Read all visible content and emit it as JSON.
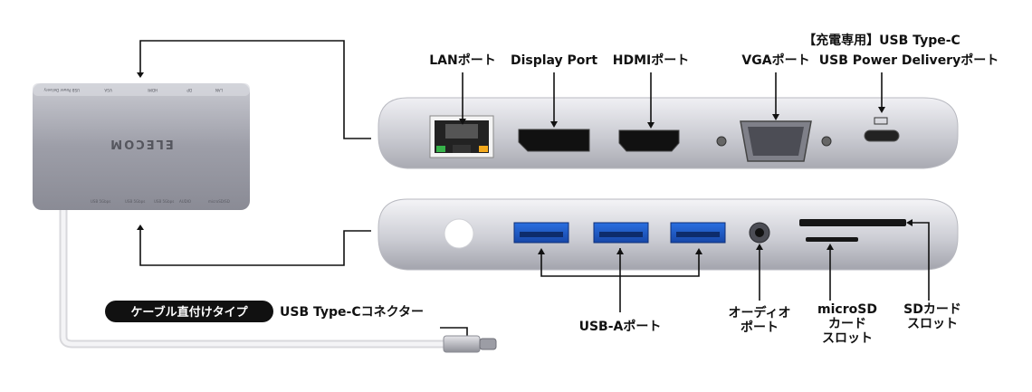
{
  "hub": {
    "brand": "ELECOM",
    "port_marks_top": [
      "USB Power Delivery",
      "VGA",
      "HDMI",
      "DP",
      "LAN"
    ],
    "port_marks_bottom": [
      "USB 5Gbps",
      "USB 5Gbps",
      "USB 5Gbps",
      "AUDIO",
      "microSD/SD"
    ]
  },
  "labels": {
    "lan": "LANポート",
    "dp": "Display Port",
    "hdmi": "HDMIポート",
    "vga": "VGAポート",
    "usbc_line1": "【充電専用】USB Type-C",
    "usbc_line2": "USB Power Deliveryポート",
    "usba": "USB-Aポート",
    "audio_line1": "オーディオ",
    "audio_line2": "ポート",
    "microsd_line1": "microSD",
    "microsd_line2": "カード",
    "microsd_line3": "スロット",
    "sd_line1": "SDカード",
    "sd_line2": "スロット",
    "cable_badge": "ケーブル直付けタイプ",
    "cable_text": "USB Type-Cコネクター"
  }
}
